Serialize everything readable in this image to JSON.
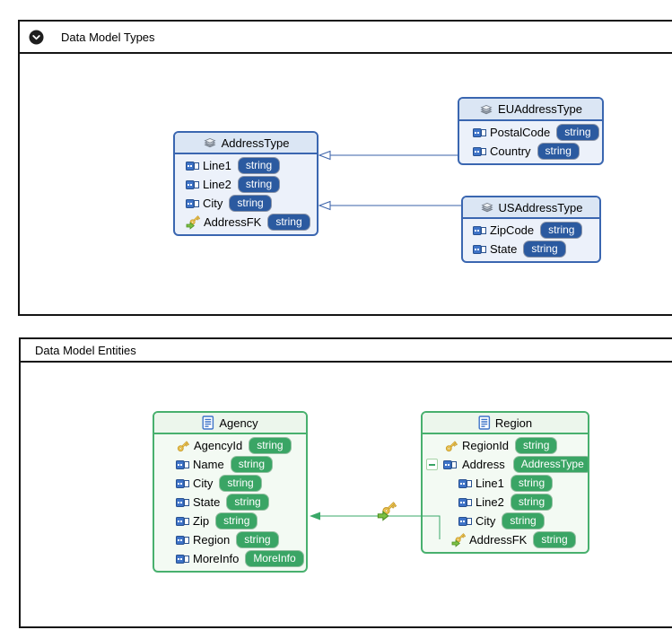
{
  "panels": {
    "types": {
      "title": "Data Model Types",
      "collapse_icon": "chevron-down-circle",
      "boxes": {
        "addressType": {
          "title": "AddressType",
          "icon": "complex-type-stack",
          "fields": [
            {
              "name": "Line1",
              "type": "string",
              "icon": "element"
            },
            {
              "name": "Line2",
              "type": "string",
              "icon": "element"
            },
            {
              "name": "City",
              "type": "string",
              "icon": "element"
            },
            {
              "name": "AddressFK",
              "type": "string",
              "icon": "foreign-key"
            }
          ]
        },
        "euAddressType": {
          "title": "EUAddressType",
          "icon": "complex-type-stack",
          "fields": [
            {
              "name": "PostalCode",
              "type": "string",
              "icon": "element"
            },
            {
              "name": "Country",
              "type": "string",
              "icon": "element"
            }
          ]
        },
        "usAddressType": {
          "title": "USAddressType",
          "icon": "complex-type-stack",
          "fields": [
            {
              "name": "ZipCode",
              "type": "string",
              "icon": "element"
            },
            {
              "name": "State",
              "type": "string",
              "icon": "element"
            }
          ]
        }
      },
      "connectors": [
        {
          "from": "EUAddressType",
          "to": "AddressType",
          "kind": "inheritance-hollow-arrow"
        },
        {
          "from": "USAddressType",
          "to": "AddressType",
          "kind": "inheritance-hollow-arrow"
        }
      ]
    },
    "entities": {
      "title": "Data Model Entities",
      "boxes": {
        "agency": {
          "title": "Agency",
          "icon": "entity-document",
          "fields": [
            {
              "name": "AgencyId",
              "type": "string",
              "icon": "primary-key"
            },
            {
              "name": "Name",
              "type": "string",
              "icon": "element"
            },
            {
              "name": "City",
              "type": "string",
              "icon": "element"
            },
            {
              "name": "State",
              "type": "string",
              "icon": "element"
            },
            {
              "name": "Zip",
              "type": "string",
              "icon": "element"
            },
            {
              "name": "Region",
              "type": "string",
              "icon": "element"
            },
            {
              "name": "MoreInfo",
              "type": "MoreInfo",
              "icon": "element"
            }
          ]
        },
        "region": {
          "title": "Region",
          "icon": "entity-document",
          "fields": [
            {
              "name": "RegionId",
              "type": "string",
              "icon": "primary-key"
            },
            {
              "name": "Address",
              "type": "AddressType",
              "icon": "element",
              "collapse_toggle": "minus"
            },
            {
              "name": "Line1",
              "type": "string",
              "icon": "element",
              "nested": true
            },
            {
              "name": "Line2",
              "type": "string",
              "icon": "element",
              "nested": true
            },
            {
              "name": "City",
              "type": "string",
              "icon": "element",
              "nested": true
            },
            {
              "name": "AddressFK",
              "type": "string",
              "icon": "foreign-key"
            }
          ]
        }
      },
      "connectors": [
        {
          "from": "Region.AddressFK",
          "to": "Agency",
          "kind": "foreign-key-solid-arrow"
        }
      ]
    }
  },
  "colors": {
    "panel_border": "#141414",
    "type_accent": "#3a66b0",
    "type_header_bg": "#dbe6f4",
    "type_body_bg": "#ecf1fa",
    "type_badge_bg": "#2b5aa0",
    "type_connector": "#3a62aa",
    "entity_accent": "#48b06e",
    "entity_header_bg": "#ecf6ec",
    "entity_body_bg": "#f3faf3",
    "entity_badge_bg": "#3aa565",
    "entity_connector": "#3aa868",
    "key_gold": "#f5d05a",
    "fk_arrow_green": "#7cc043"
  }
}
